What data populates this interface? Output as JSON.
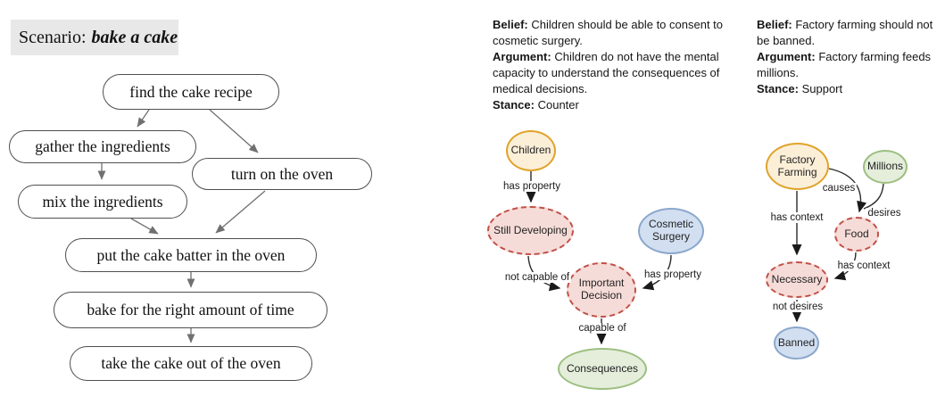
{
  "scenario": {
    "label": "Scenario:",
    "name": "bake a cake"
  },
  "flowchart": {
    "nodes": [
      "find the cake recipe",
      "gather the ingredients",
      "turn on the oven",
      "mix the ingredients",
      "put the cake batter in the oven",
      "bake for the right amount of time",
      "take the cake out of the oven"
    ],
    "edges": [
      {
        "from": "find the cake recipe",
        "to": "gather the ingredients"
      },
      {
        "from": "find the cake recipe",
        "to": "turn on the oven"
      },
      {
        "from": "gather the ingredients",
        "to": "mix the ingredients"
      },
      {
        "from": "mix the ingredients",
        "to": "put the cake batter in the oven"
      },
      {
        "from": "turn on the oven",
        "to": "put the cake batter in the oven"
      },
      {
        "from": "put the cake batter in the oven",
        "to": "bake for the right amount of time"
      },
      {
        "from": "bake for the right amount of time",
        "to": "take the cake out of the oven"
      }
    ]
  },
  "examples": [
    {
      "belief_label": "Belief:",
      "belief": "Children should be able to consent to cosmetic surgery.",
      "argument_label": "Argument:",
      "argument": "Children do not have the mental capacity to understand the consequences of medical decisions.",
      "stance_label": "Stance:",
      "stance": "Counter",
      "graph": {
        "nodes": [
          {
            "label": "Children",
            "type": "orange"
          },
          {
            "label": "Still Developing",
            "type": "red-dashed"
          },
          {
            "label": "Cosmetic Surgery",
            "type": "blue"
          },
          {
            "label": "Important Decision",
            "type": "red-dashed"
          },
          {
            "label": "Consequences",
            "type": "green"
          }
        ],
        "edges": [
          {
            "from": "Children",
            "to": "Still Developing",
            "label": "has property"
          },
          {
            "from": "Still Developing",
            "to": "Important Decision",
            "label": "not capable of"
          },
          {
            "from": "Cosmetic Surgery",
            "to": "Important Decision",
            "label": "has property"
          },
          {
            "from": "Important Decision",
            "to": "Consequences",
            "label": "capable of"
          }
        ]
      }
    },
    {
      "belief_label": "Belief:",
      "belief": "Factory farming should not be banned.",
      "argument_label": "Argument:",
      "argument": "Factory farming feeds millions.",
      "stance_label": "Stance:",
      "stance": "Support",
      "graph": {
        "nodes": [
          {
            "label": "Factory Farming",
            "type": "orange"
          },
          {
            "label": "Millions",
            "type": "green"
          },
          {
            "label": "Food",
            "type": "red-dashed"
          },
          {
            "label": "Necessary",
            "type": "red-dashed"
          },
          {
            "label": "Banned",
            "type": "blue"
          }
        ],
        "edges": [
          {
            "from": "Factory Farming",
            "to": "Food",
            "label": "causes"
          },
          {
            "from": "Millions",
            "to": "Food",
            "label": "desires"
          },
          {
            "from": "Factory Farming",
            "to": "Necessary",
            "label": "has context"
          },
          {
            "from": "Food",
            "to": "Necessary",
            "label": "has context"
          },
          {
            "from": "Necessary",
            "to": "Banned",
            "label": "not desires"
          }
        ]
      }
    }
  ],
  "palette": {
    "orange_border": "#dfa32a",
    "orange_fill": "#fcefd8",
    "blue_border": "#8ba7cc",
    "blue_fill": "#d2dff1",
    "red_border": "#c05048",
    "red_fill": "#f6dcd8",
    "green_border": "#9cbe7f",
    "green_fill": "#e4eedb",
    "flow_outline": "#4f4f4f",
    "edge_color": "#2b2b2b",
    "scenario_bg": "#e8e8e8"
  }
}
